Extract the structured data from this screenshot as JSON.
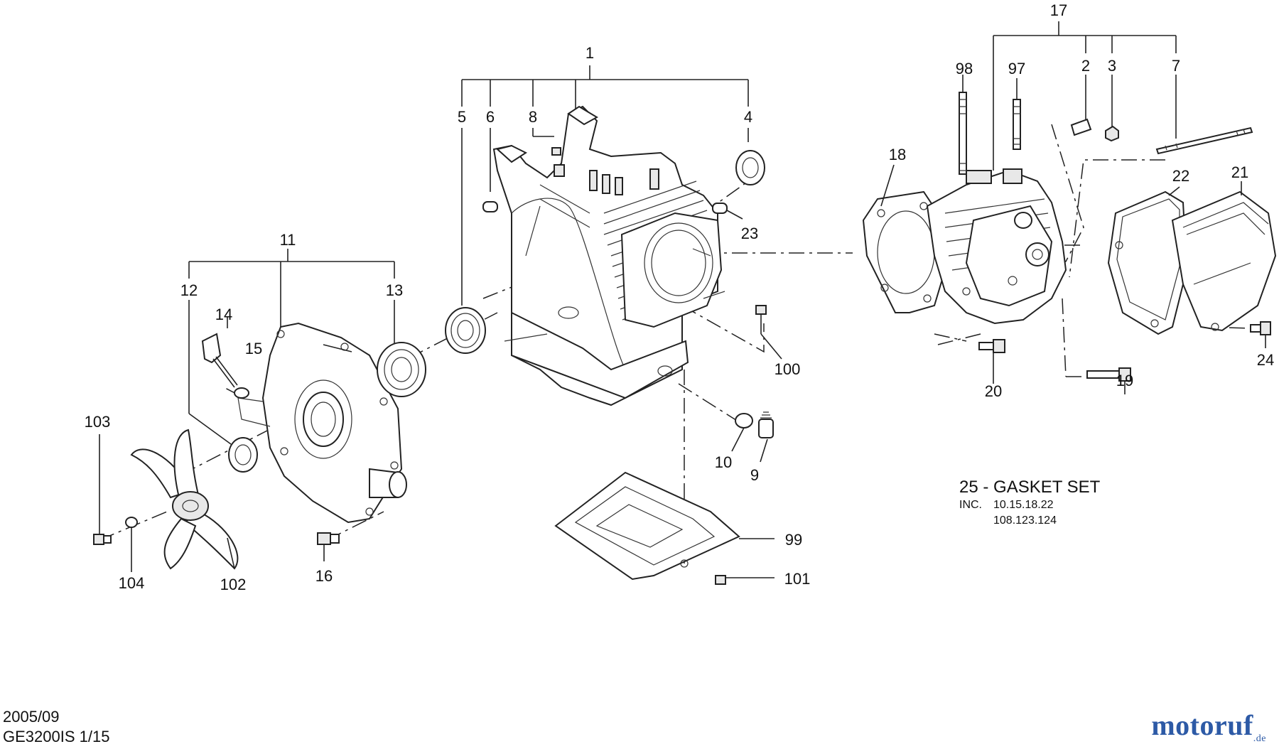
{
  "callouts": {
    "c1": "1",
    "c2": "2",
    "c3": "3",
    "c4": "4",
    "c5": "5",
    "c6": "6",
    "c7": "7",
    "c8": "8",
    "c9": "9",
    "c10": "10",
    "c11": "11",
    "c12": "12",
    "c13": "13",
    "c14": "14",
    "c15": "15",
    "c16": "16",
    "c17": "17",
    "c18": "18",
    "c19": "19",
    "c20": "20",
    "c21": "21",
    "c22": "22",
    "c23": "23",
    "c24": "24",
    "c97": "97",
    "c98": "98",
    "c99": "99",
    "c100": "100",
    "c101": "101",
    "c102": "102",
    "c103": "103",
    "c104": "104"
  },
  "gasket_set": {
    "title": "25 - GASKET SET",
    "inc_label": "INC.",
    "line1": "10.15.18.22",
    "line2": "108.123.124"
  },
  "footer": {
    "date": "2005/09",
    "model_page": "GE3200IS 1/15"
  },
  "brand": {
    "name": "motoruf",
    "tld": ".de",
    "color": "#2d5aa6"
  }
}
